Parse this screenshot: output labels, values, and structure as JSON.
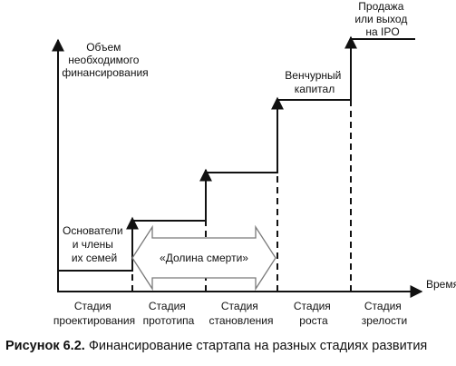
{
  "axis": {
    "y_label": [
      "Объем",
      "необходимого",
      "финансирования"
    ],
    "x_label": "Время"
  },
  "stages": [
    {
      "lines": [
        "Стадия",
        "проектирования"
      ]
    },
    {
      "lines": [
        "Стадия",
        "прототипа"
      ]
    },
    {
      "lines": [
        "Стадия",
        "становления"
      ]
    },
    {
      "lines": [
        "Стадия",
        "роста"
      ]
    },
    {
      "lines": [
        "Стадия",
        "зрелости"
      ]
    }
  ],
  "sources": [
    {
      "lines": [
        "Основатели",
        "и члены",
        "их семей"
      ]
    },
    {
      "lines": [
        "Венчурный",
        "капитал"
      ]
    },
    {
      "lines": [
        "Продажа",
        "или выход",
        "на IPO"
      ]
    }
  ],
  "valley_label": "«Долина смерти»",
  "caption": {
    "number": "Рисунок 6.2.",
    "text": "Финансирование стартапа на разных стадиях развития"
  }
}
